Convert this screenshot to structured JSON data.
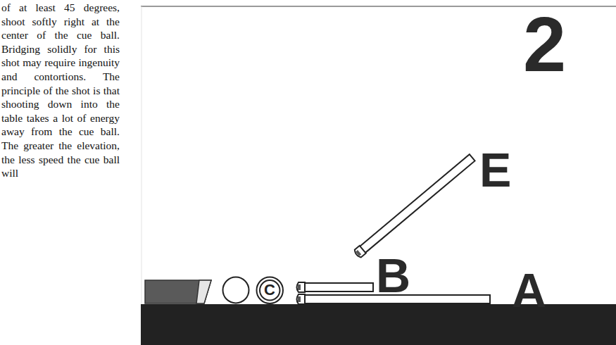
{
  "diagram": {
    "nodes": [
      {
        "text": [
          "C"
        ]
      }
    ],
    "labels": [
      "of at least 45 degrees, shoot softly right at the center of the cue ball. Bridging solidly for this shot may require ingenuity and contortions. The principle of the shot is that shooting down into the table takes a lot of energy away from the cue ball. The greater the elevation, the less speed the cue ball will",
      "2",
      "E",
      "B",
      "A"
    ]
  }
}
